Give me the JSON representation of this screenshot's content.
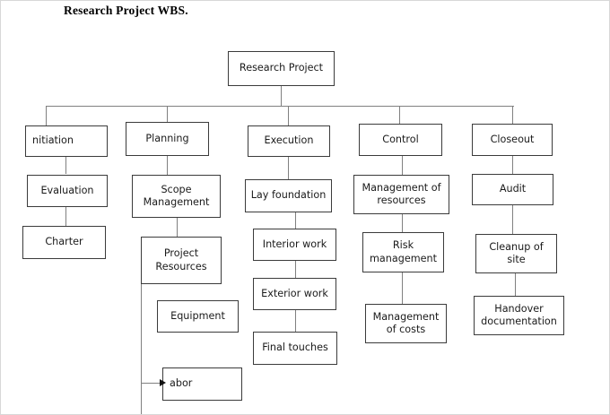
{
  "title": "Research Project WBS.",
  "diagram": {
    "type": "work-breakdown-structure",
    "root": {
      "label": "Research Project"
    },
    "branches": [
      {
        "name": "initiation",
        "level2": {
          "label": "Initiation",
          "rendered_text": "nitiation",
          "clipped": true
        },
        "children": [
          {
            "label": "Evaluation"
          },
          {
            "label": "Charter"
          }
        ]
      },
      {
        "name": "planning",
        "level2": {
          "label": "Planning"
        },
        "children": [
          {
            "label": "Scope Management",
            "line1": "Scope",
            "line2": "Management"
          },
          {
            "label": "Project Resources",
            "line1": "Project",
            "line2": "Resources"
          },
          {
            "label": "Equipment"
          },
          {
            "label": "Labor",
            "rendered_text": "abor",
            "clipped": true
          }
        ]
      },
      {
        "name": "execution",
        "level2": {
          "label": "Execution"
        },
        "children": [
          {
            "label": "Lay foundation"
          },
          {
            "label": "Interior work"
          },
          {
            "label": "Exterior work"
          },
          {
            "label": "Final touches"
          }
        ]
      },
      {
        "name": "control",
        "level2": {
          "label": "Control"
        },
        "children": [
          {
            "label": "Management of resources",
            "line1": "Management of",
            "line2": "resources"
          },
          {
            "label": "Risk management",
            "line1": "Risk",
            "line2": "management"
          },
          {
            "label": "Management of costs",
            "line1": "Management",
            "line2": "of costs"
          }
        ]
      },
      {
        "name": "closeout",
        "level2": {
          "label": "Closeout"
        },
        "children": [
          {
            "label": "Audit"
          },
          {
            "label": "Cleanup of site",
            "line1": "Cleanup of",
            "line2": "site"
          },
          {
            "label": "Handover documentation",
            "line1": "Handover",
            "line2": "documentation"
          }
        ]
      }
    ]
  },
  "colors": {
    "box_border": "#3b3b3b",
    "connector": "#808080",
    "text": "#1a1a1a",
    "background": "#ffffff"
  }
}
